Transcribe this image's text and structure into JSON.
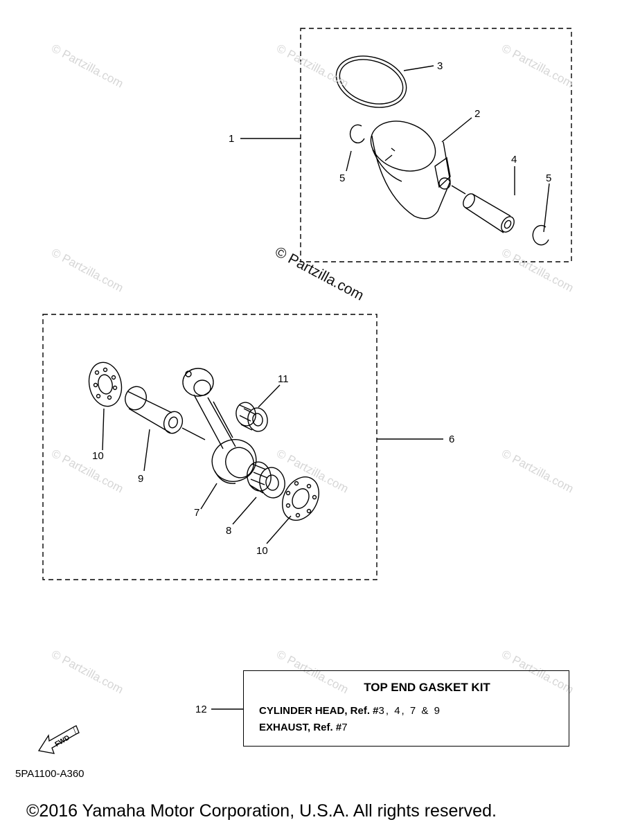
{
  "watermarks": [
    "© Partzilla.com",
    "© Partzilla.com",
    "© Partzilla.com",
    "© Partzilla.com",
    "© Partzilla.com",
    "© Partzilla.com",
    "© Partzilla.com",
    "© Partzilla.com",
    "© Partzilla.com",
    "© Partzilla.com",
    "© Partzilla.com"
  ],
  "main_watermark": "© Partzilla.com",
  "callouts": {
    "c1": "1",
    "c2": "2",
    "c3": "3",
    "c4": "4",
    "c5a": "5",
    "c5b": "5",
    "c6": "6",
    "c7": "7",
    "c8": "8",
    "c9": "9",
    "c10a": "10",
    "c10b": "10",
    "c11": "11",
    "c12": "12"
  },
  "kit": {
    "title": "TOP END GASKET KIT",
    "line1_text": "CYLINDER HEAD, Ref. #",
    "line1_refs": "3, 4, 7 & 9",
    "line2_text": "EXHAUST, Ref. #",
    "line2_refs": "7"
  },
  "fwd_label": "FWD",
  "diagram_code": "5PA1100-A360",
  "copyright": "©2016  Yamaha Motor Corporation, U.S.A. All rights reserved."
}
